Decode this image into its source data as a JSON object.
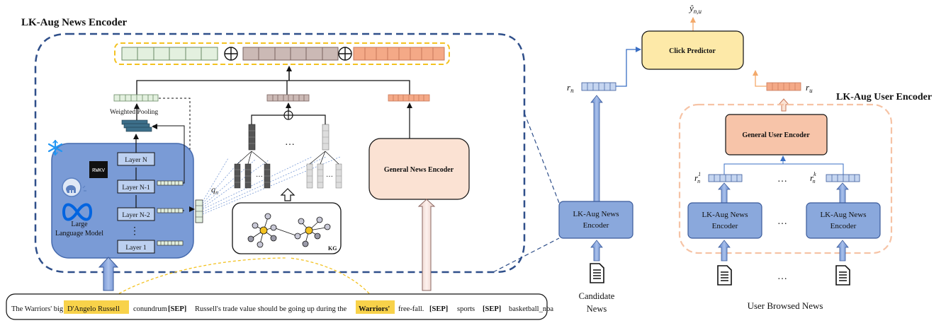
{
  "left": {
    "title": "LK-Aug News Encoder",
    "weighted_pooling": "Weighted Pooling",
    "layers": [
      "Layer N",
      "Layer N-1",
      "Layer N-2",
      "Layer 1"
    ],
    "ellipsis_vertical": "⋮",
    "llm_label_line1": "Large",
    "llm_label_line2": "Language Model",
    "rwkv_logo": "RWKV",
    "query_label": "q",
    "query_sub": "n",
    "kg_label": "KG",
    "ellipsis": "…",
    "general_news_encoder": "General News Encoder",
    "oplus": "⊕"
  },
  "input_text": {
    "seg1": "The Warriors' big",
    "highlight1": "D'Angelo Russell",
    "seg2": "conundrum",
    "sep1": "[SEP]",
    "seg3": "Russell's trade value should be going up during the",
    "highlight2": "Warriors'",
    "seg4": "free-fall.",
    "sep2": "[SEP]",
    "seg5": "sports",
    "sep3": "[SEP]",
    "seg6": "basketball_nba"
  },
  "right": {
    "y_hat": "ŷ",
    "y_hat_sub": "n,u",
    "click_predictor": "Click Predictor",
    "r_n": "r",
    "r_n_sub": "n",
    "r_u": "r",
    "r_u_sub": "u",
    "user_encoder_title": "LK-Aug User Encoder",
    "general_user_encoder": "General User Encoder",
    "r_n1": "r",
    "r_n1_sub": "n",
    "r_n1_sup": "1",
    "r_nk": "r",
    "r_nk_sub": "n",
    "r_nk_sup": "k",
    "lk_aug_news_encoder_line1": "LK-Aug News",
    "lk_aug_news_encoder_line2": "Encoder",
    "candidate_news_line1": "Candidate",
    "candidate_news_line2": "News",
    "user_browsed_news": "User Browsed News",
    "ellipsis": "…"
  },
  "colors": {
    "dashed_blue": "#2f4f8a",
    "llm_blue": "#7a9bd6",
    "encoder_blue": "#8aa8dc",
    "green_vec": "#e3f0df",
    "gray_vec": "#cbb9b5",
    "orange_vec": "#f4a987",
    "peach_box": "#fbe2d3",
    "click_yellow": "#fde9a8",
    "highlight_yellow": "#f8d24a",
    "dashed_yellow": "#f3c221",
    "dashed_peach": "#f6c3a5"
  }
}
